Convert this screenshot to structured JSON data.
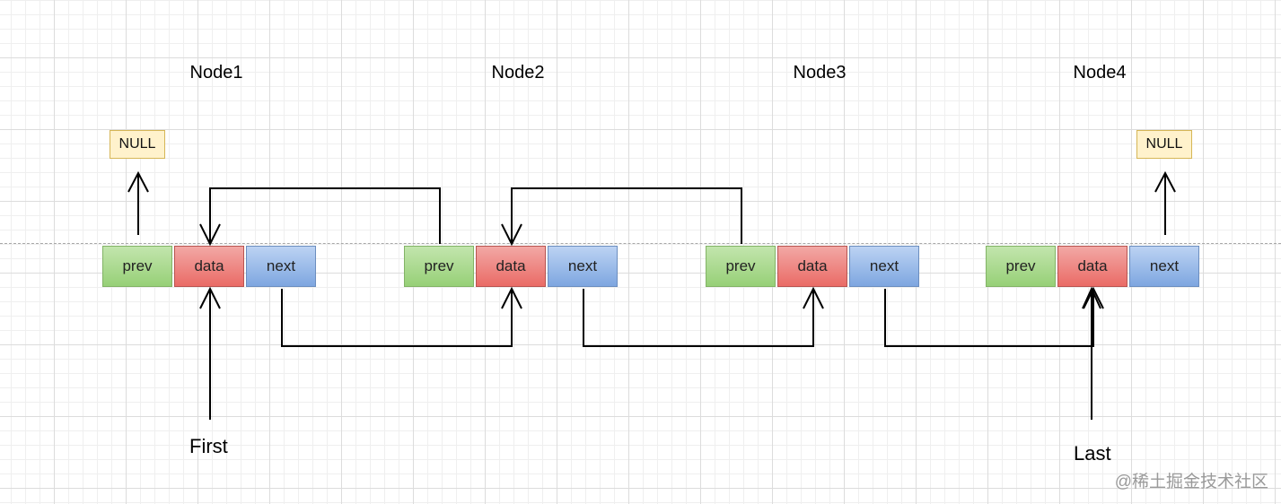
{
  "nodes": [
    {
      "title": "Node1",
      "prev": "prev",
      "data": "data",
      "next": "next"
    },
    {
      "title": "Node2",
      "prev": "prev",
      "data": "data",
      "next": "next"
    },
    {
      "title": "Node3",
      "prev": "prev",
      "data": "data",
      "next": "next"
    },
    {
      "title": "Node4",
      "prev": "prev",
      "data": "data",
      "next": "next"
    }
  ],
  "null_left": "NULL",
  "null_right": "NULL",
  "first_label": "First",
  "last_label": "Last",
  "watermark": "@稀土掘金技术社区",
  "colors": {
    "prev_fill": "#97d077",
    "data_fill": "#ea6b66",
    "next_fill": "#7ea6e0",
    "null_fill": "#fff2cc",
    "arrow": "#000000"
  }
}
